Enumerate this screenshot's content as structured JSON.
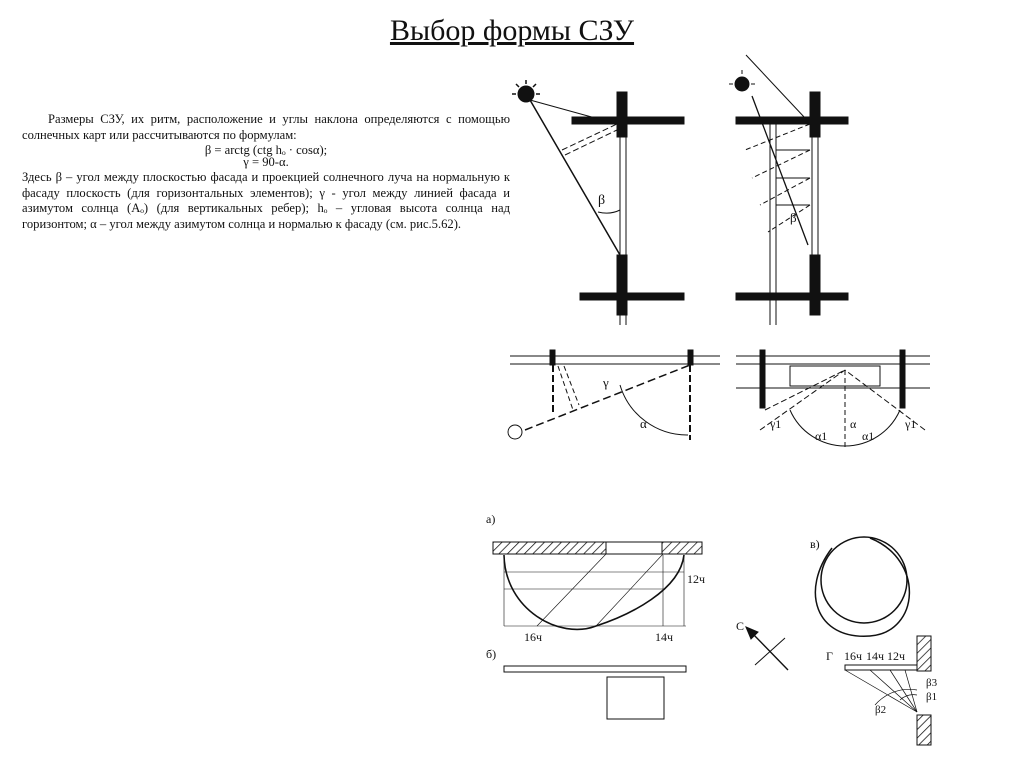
{
  "title": "Выбор формы СЗУ",
  "text": {
    "intro": "Размеры СЗУ, их ритм, расположение и углы наклона определяются с помощью солнечных карт или рассчитываются по формулам:",
    "formula1": "β = arctg (ctg hₒ · cosα);",
    "formula2": "γ = 90-α.",
    "explanation": "Здесь β – угол между плоскостью фасада и проекцией солнечного луча на нормальную к фасаду плоскость (для горизонтальных элементов); γ - угол между линией фасада и азимутом солнца (Aₒ) (для вертикальных ребер); hₒ – угловая высота солнца над горизонтом; α – угол между азимутом солнца и нормалью к фасаду (см. рис.5.62)."
  },
  "diagram_labels": {
    "beta": "β",
    "gamma": "γ",
    "alpha": "α",
    "gamma1": "γ1",
    "alpha1": "α1",
    "panel_a": "а)",
    "panel_b": "б)",
    "panel_v": "в)",
    "panel_g": "Г",
    "h12": "12ч",
    "h14": "14ч",
    "h16": "16ч",
    "north": "С",
    "beta1": "β1",
    "beta2": "β2",
    "beta3": "β3"
  }
}
